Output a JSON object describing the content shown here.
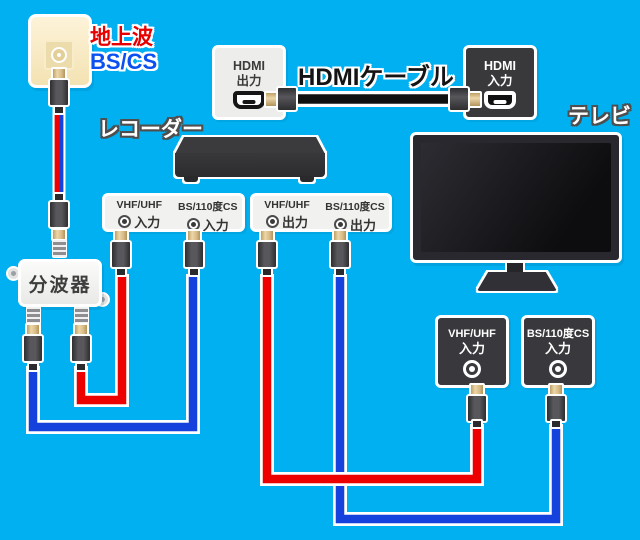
{
  "wall_outlet": {
    "label_terrestrial": "地上波",
    "label_satellite": "BS/CS"
  },
  "splitter": {
    "label": "分波器"
  },
  "recorder": {
    "label": "レコーダー",
    "inputs": [
      {
        "band": "VHF/UHF",
        "port": "入力"
      },
      {
        "band": "BS/110度CS",
        "port": "入力"
      }
    ],
    "outputs": [
      {
        "band": "VHF/UHF",
        "port": "出力"
      },
      {
        "band": "BS/110度CS",
        "port": "出力"
      }
    ]
  },
  "tv": {
    "label": "テレビ",
    "inputs": [
      {
        "band": "VHF/UHF",
        "port": "入力"
      },
      {
        "band": "BS/110度CS",
        "port": "入力"
      }
    ]
  },
  "hdmi": {
    "out_line1": "HDMI",
    "out_line2": "出力",
    "in_line1": "HDMI",
    "in_line2": "入力",
    "cable_label": "HDMIケーブル"
  },
  "colors": {
    "background": "#00b0f0",
    "terrestrial_cable": "#ec0000",
    "satellite_cable": "#1541dc",
    "hdmi_cable": "#111111",
    "terrestrial_text": "#e60000",
    "satellite_text": "#0b50f0"
  }
}
